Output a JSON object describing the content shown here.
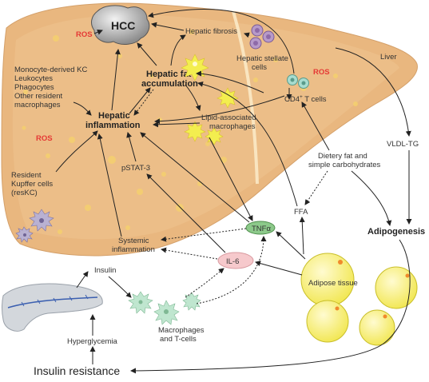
{
  "labels": {
    "hcc": "HCC",
    "ros_top": "ROS",
    "ros_mid": "ROS",
    "ros_right": "ROS",
    "fibrosis": "Hepatic fibrosis",
    "stellate_1": "Hepatic stellate",
    "stellate_2": "cells",
    "liver": "Liver",
    "kc_1": "Monocyte-derived KC",
    "kc_2": "Leukocytes",
    "kc_3": "Phagocytes",
    "kc_4": "Other resident",
    "kc_5": "macrophages",
    "fat_1": "Hepatic fat",
    "fat_2": "accumulation",
    "infl_1": "Hepatic",
    "infl_2": "inflammation",
    "lipid_1": "Lipid-associated",
    "lipid_2": "macrophages",
    "cd4_pre": "CD4",
    "cd4_sup": "+",
    "cd4_post": " T cells",
    "vldl": "VLDL-TG",
    "reskc_1": "Resident",
    "reskc_2": "Kupffer cells",
    "reskc_3": "(resKC)",
    "pstat": "pSTAT-3",
    "diet_1": "Dietery fat and",
    "diet_2": "simple carbohydrates",
    "ffa": "FFA",
    "tnf": "TNFα",
    "adipogenesis": "Adipogenesis",
    "sysinf_1": "Systemic",
    "sysinf_2": "inflammation",
    "il6": "IL-6",
    "insulin": "Insulin",
    "adipose": "Adipose tissue",
    "macro_1": "Macrophages",
    "macro_2": "and T-cells",
    "hyper": "Hyperglycemia",
    "insres": "Insulin resistance"
  },
  "colors": {
    "liver_fill": "#e9b77f",
    "liver_inner": "#efc58f",
    "ros": "#e53935",
    "tnf_fill": "#8cc98a",
    "il6_fill": "#f6c9cc",
    "adipose": "#f5ef6a",
    "macrophage": "#bfe6cf",
    "kupffer": "#b9b1d2",
    "stellate": "#b79ac9",
    "tcell": "#a8dccf",
    "pancreas": "#d3d7dc"
  }
}
